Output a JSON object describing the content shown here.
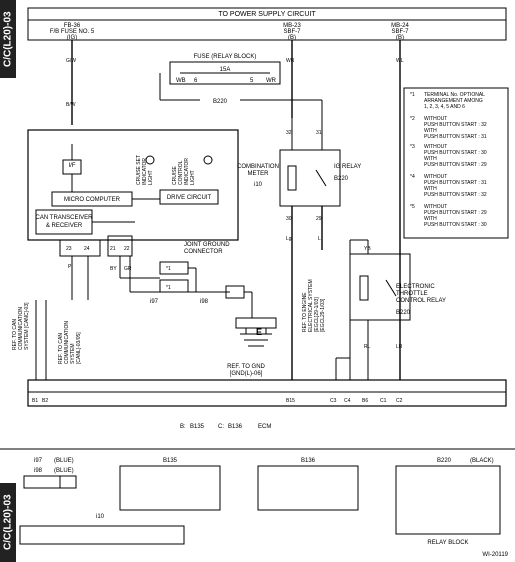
{
  "side_tag": "C/C(L20)-03",
  "top_bar": "TO POWER SUPPLY CIRCUIT",
  "top_left": [
    "FB-36",
    "F/B FUSE NO. 5",
    "(IG)"
  ],
  "top_mid": [
    "MB-23",
    "SBF-7",
    "(B)"
  ],
  "top_right": [
    "MB-24",
    "SBF-7",
    "(B)"
  ],
  "fuse_block": "FUSE (RELAY BLOCK)",
  "fuse_rating": "15A",
  "fuse_wires": [
    "WB",
    "6",
    "5",
    "WR"
  ],
  "fuse_conn": "B220",
  "meter": {
    "title": [
      "COMBINATION",
      "METER"
    ],
    "id": "i10",
    "if": "I/F",
    "micro": "MICRO COMPUTER",
    "drive": "DRIVE CIRCUIT",
    "can": [
      "CAN TRANSCEIVER",
      "& RECEIVER"
    ],
    "ind1": [
      "CRUISE SET",
      "INDICATOR",
      "LIGHT"
    ],
    "ind2": [
      "CRUISE",
      "CONTROL",
      "INDICATOR",
      "LIGHT"
    ]
  },
  "ig_relay": "IG RELAY",
  "ig_relay_conn": "B220",
  "legend": [
    {
      "mark": "*1",
      "lines": [
        "TERMINAL No. OPTIONAL",
        "ARRANGEMENT AMONG",
        "1, 2, 3, 4, 5 AND 6"
      ]
    },
    {
      "mark": "*2",
      "lines": [
        "WITHOUT",
        "PUSH BUTTON START : 32",
        "WITH",
        "PUSH BUTTON START : 31"
      ]
    },
    {
      "mark": "*3",
      "lines": [
        "WITHOUT",
        "PUSH BUTTON START : 30",
        "WITH",
        "PUSH BUTTON START : 29"
      ]
    },
    {
      "mark": "*4",
      "lines": [
        "WITHOUT",
        "PUSH BUTTON START : 31",
        "WITH",
        "PUSH BUTTON START : 32"
      ]
    },
    {
      "mark": "*5",
      "lines": [
        "WITHOUT",
        "PUSH BUTTON START : 29",
        "WITH",
        "PUSH BUTTON START : 30"
      ]
    }
  ],
  "joint_ground": [
    "JOINT GROUND",
    "CONNECTOR"
  ],
  "ref_can1": [
    "REF. TO CAN",
    "COMMUNICATION",
    "SYSTEM [CANC]-03]"
  ],
  "ref_can2": [
    "REF. TO CAN",
    "COMMUNICATION",
    "SYSTEM",
    "[CANL]-03/05]"
  ],
  "ref_engine": [
    "REF. TO ENGINE",
    "ELECTRICAL SYSTEM",
    "[EGCL]29-1/03]",
    "[EGCL29-1/03]"
  ],
  "ref_gnd": [
    "REF. TO GND",
    "[GND(L)-06]"
  ],
  "etc_relay": [
    "ELECTRONIC",
    "THROTTLE",
    "CONTROL RELAY"
  ],
  "etc_conn": "B220",
  "ground_label": "E",
  "ecm": {
    "b": "B:",
    "b_conn": "B135",
    "c": "C:",
    "c_conn": "B136",
    "label": "ECM"
  },
  "wires": {
    "gw": "G/W",
    "bw": "B/W",
    "wb": "WB",
    "wr": "WR",
    "lg": "Lg",
    "l": "L",
    "yb": "YB",
    "wl": "WL",
    "by": "BY",
    "gr": "GR",
    "rl": "RL",
    "lr": "LR",
    "p": "P"
  },
  "joint_ids": [
    "i97",
    "i98"
  ],
  "star1": "*1",
  "pins_meter": [
    "23",
    "24",
    "21",
    "22"
  ],
  "pins_ig": [
    "32",
    "31",
    "30",
    "29"
  ],
  "ecm_pins": [
    "B1",
    "B2",
    "B15",
    "C3",
    "C4",
    "B6",
    "C1",
    "C2"
  ],
  "bottom": {
    "i97": "i97",
    "i97_color": "(BLUE)",
    "i98": "i98",
    "i98_color": "(BLUE)",
    "b135": "B135",
    "b136": "B136",
    "b220": "B220",
    "b220_color": "(BLACK)",
    "i10": "i10",
    "relay_block": "RELAY BLOCK",
    "code": "WI-20119"
  }
}
